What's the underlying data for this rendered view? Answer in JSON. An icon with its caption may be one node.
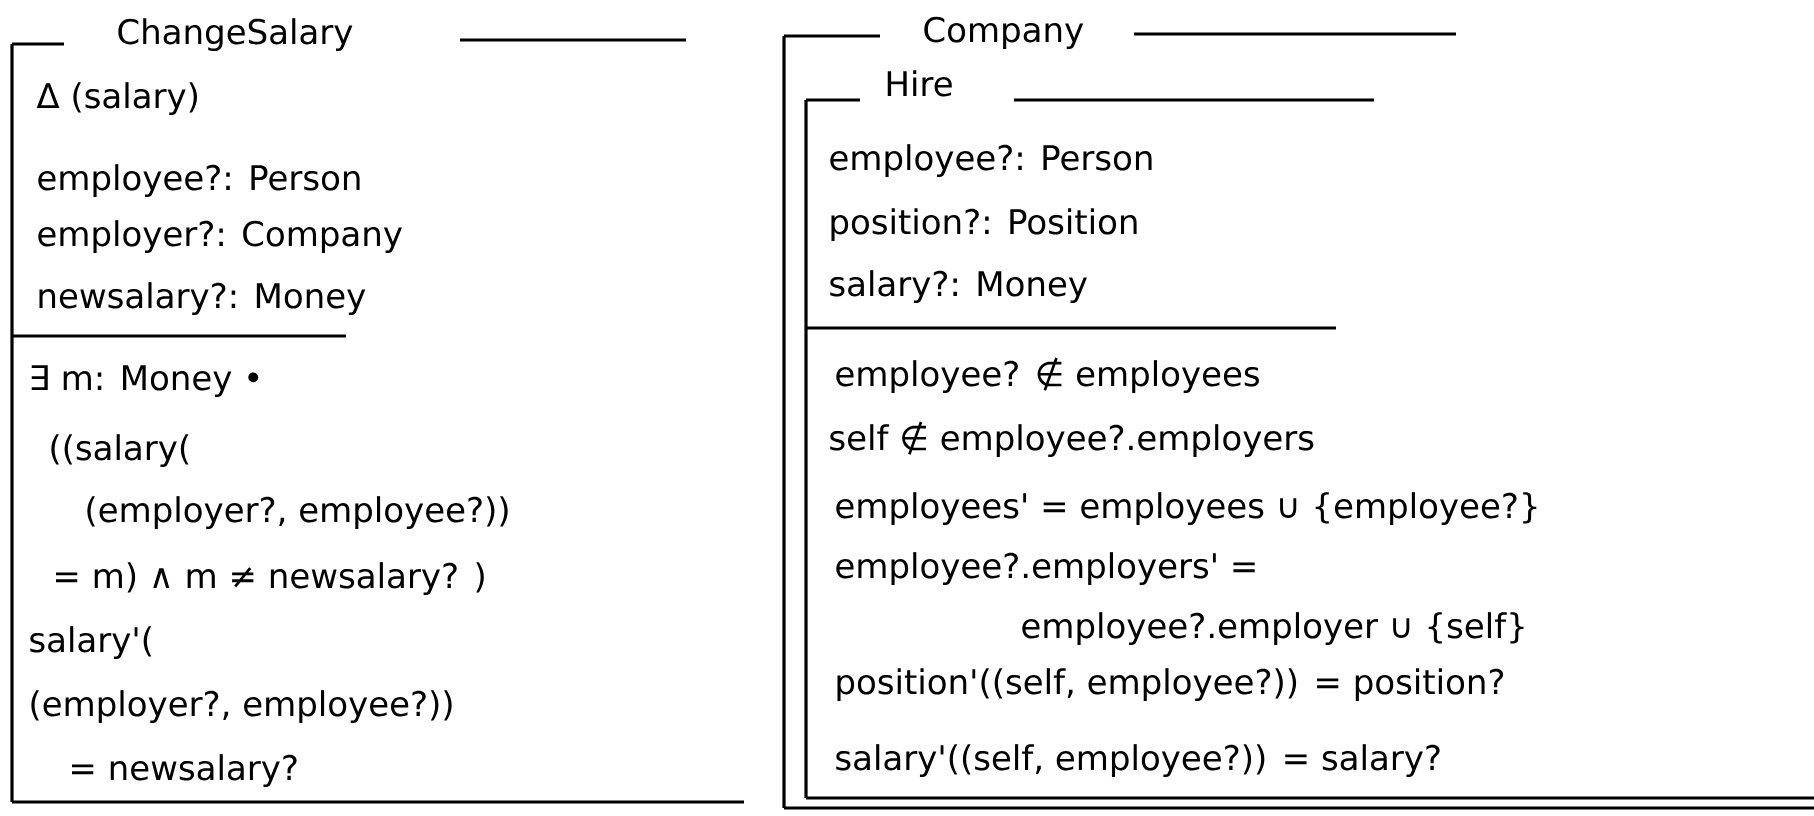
{
  "diagram": {
    "nodes": [
      {
        "text": [
          "ChangeSalary",
          "Δ (salary)",
          "employee?: Person",
          "employer?: Company",
          "newsalary?: Money",
          "∃ m: Money •",
          "((salary(",
          "(employer?, employee?))",
          "= m) ∧ m ≠ newsalary? )",
          "salary'(",
          "(employer?, employee?))",
          "= newsalary?"
        ]
      },
      {
        "text": [
          "Company"
        ]
      },
      {
        "text": [
          "Hire",
          "employee?: Person",
          "position?: Position",
          "salary?: Money",
          "employee? ∉ employees",
          "self ∉ employee?.employers",
          "employees' = employees ∪ {employee?}",
          "employee?.employers' =",
          "employee?.employer ∪ {self}",
          "position'((self, employee?)) = position?",
          "salary'((self, employee?)) = salary?"
        ],
        "in": 1
      }
    ]
  }
}
